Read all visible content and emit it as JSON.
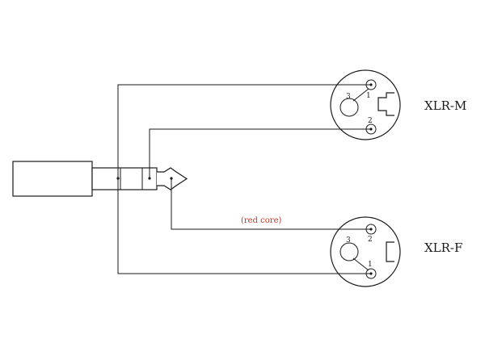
{
  "connectors": {
    "xlr_male": {
      "label": "XLR-M",
      "pins": {
        "p1": "1",
        "p2": "2",
        "p3": "3"
      }
    },
    "xlr_female": {
      "label": "XLR-F",
      "pins": {
        "p1": "1",
        "p2": "2",
        "p3": "3"
      }
    }
  },
  "wire_note": "(red core)",
  "colors": {
    "line": "#1a1a1a",
    "note": "#c0392b"
  }
}
